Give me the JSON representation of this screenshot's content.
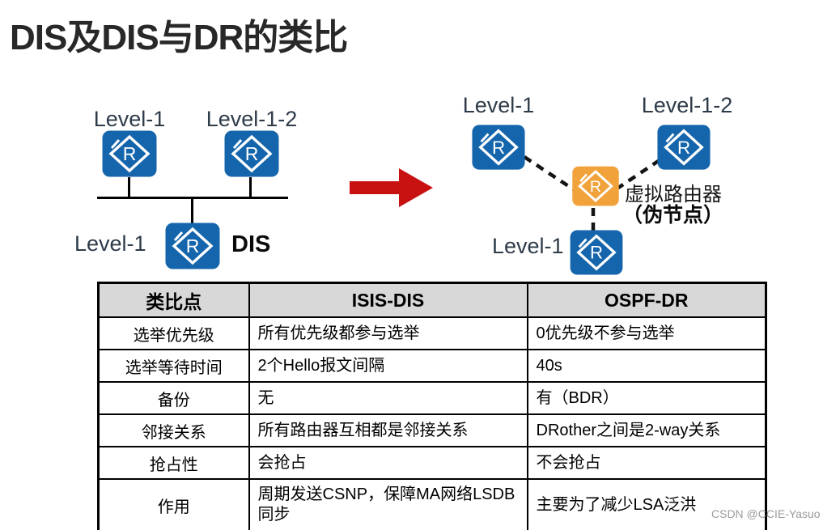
{
  "page": {
    "title": "DIS及DIS与DR的类比"
  },
  "left_diagram": {
    "top_left_label": "Level-1",
    "top_right_label": "Level-1-2",
    "bottom_label": "Level-1",
    "dis_label": "DIS"
  },
  "right_diagram": {
    "top_left_label": "Level-1",
    "top_right_label": "Level-1-2",
    "bottom_label": "Level-1",
    "virtual_router_line1": "虚拟路由器",
    "virtual_router_line2": "（伪节点）"
  },
  "table": {
    "headers": [
      "类比点",
      "ISIS-DIS",
      "OSPF-DR"
    ],
    "rows": [
      [
        "选举优先级",
        "所有优先级都参与选举",
        "0优先级不参与选举"
      ],
      [
        "选举等待时间",
        "2个Hello报文间隔",
        "40s"
      ],
      [
        "备份",
        "无",
        "有（BDR）"
      ],
      [
        "邻接关系",
        "所有路由器互相都是邻接关系",
        "DRother之间是2-way关系"
      ],
      [
        "抢占性",
        "会抢占",
        "不会抢占"
      ],
      [
        "作用",
        "周期发送CSNP，保障MA网络LSDB同步",
        "主要为了减少LSA泛洪"
      ]
    ]
  },
  "watermark": "CSDN @CCIE-Yasuo",
  "colors": {
    "router_blue": "#1565ac",
    "router_orange": "#f1a23b",
    "arrow_red": "#c81111",
    "table_header_bg": "#d8d8d8",
    "table_border": "#000000",
    "label_color": "#2e3b49",
    "watermark_color": "#9b9b9b"
  }
}
